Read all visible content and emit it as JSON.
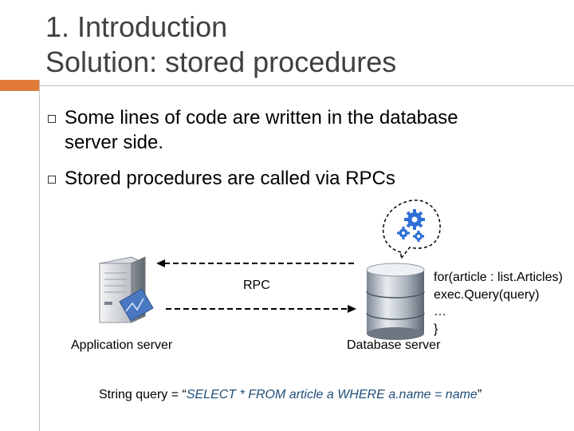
{
  "slide": {
    "title_line1": "1. Introduction",
    "title_line2": "Solution: stored procedures"
  },
  "bullets": [
    {
      "line1": "Some lines of code are written in the database",
      "line2": "server side."
    },
    {
      "line1": "Stored procedures are called via RPCs"
    }
  ],
  "diagram": {
    "rpc_label": "RPC",
    "app_server_label": "Application server",
    "db_server_label": "Database server",
    "code_lines": [
      "for(article : list.Articles)",
      "exec.Query(query)",
      "…",
      "}"
    ],
    "query_prefix": "String query = “",
    "query_sql": "SELECT * FROM article a WHERE a.name = name",
    "query_suffix": "”"
  },
  "colors": {
    "accent": "#e07b39",
    "gear": "#2f6fd6",
    "sql_text": "#1f4e79",
    "title_text": "#404040"
  },
  "icons": [
    "application-server-icon",
    "database-icon",
    "gears-icon"
  ]
}
